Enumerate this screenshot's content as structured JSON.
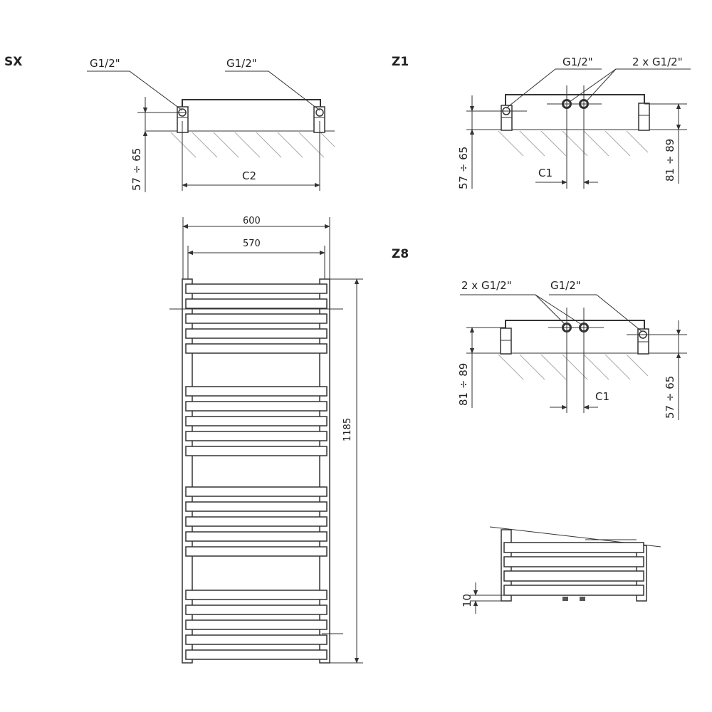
{
  "sections": {
    "sx": {
      "title": "SX",
      "label_left": "G1/2\"",
      "label_right": "G1/2\"",
      "dim_height": "57 ÷ 65",
      "dim_width": "C2"
    },
    "z1": {
      "title": "Z1",
      "label_left": "G1/2\"",
      "label_right": "2 x G1/2\"",
      "dim_height_left": "57 ÷ 65",
      "dim_height_right": "81 ÷ 89",
      "dim_center": "C1"
    },
    "z8": {
      "title": "Z8",
      "label_left": "2 x G1/2\"",
      "label_right": "G1/2\"",
      "dim_height_left": "81 ÷ 89",
      "dim_height_right": "57 ÷ 65",
      "dim_center": "C1"
    },
    "front": {
      "dim_total_width": "600",
      "dim_inner_width": "570",
      "dim_height": "1185"
    },
    "detail": {
      "dim_gap": "10"
    }
  }
}
